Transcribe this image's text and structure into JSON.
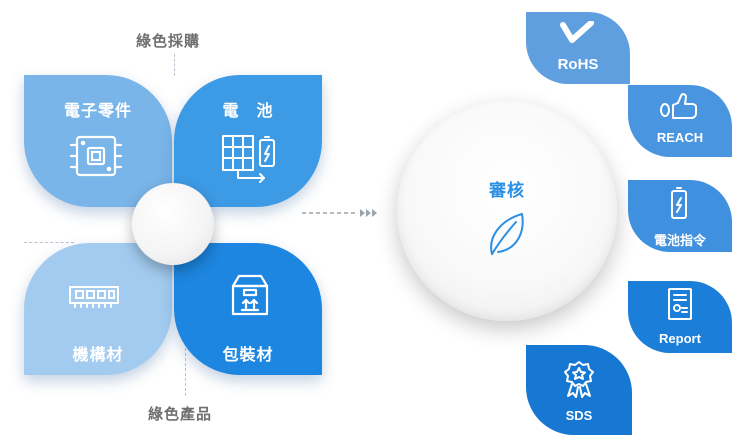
{
  "captions": {
    "top": "綠色採購",
    "bottom": "綠色產品"
  },
  "petals": {
    "top_left": {
      "label": "電子零件",
      "icon": "chip-icon"
    },
    "top_right": {
      "label": "電　池",
      "icon": "solar-battery-icon"
    },
    "bottom_left": {
      "label": "機構材",
      "icon": "memory-module-icon"
    },
    "bottom_right": {
      "label": "包裝材",
      "icon": "package-box-icon"
    }
  },
  "review": {
    "title": "審核",
    "icon": "leaf-icon"
  },
  "badges": [
    {
      "label": "RoHS",
      "icon": "check-icon"
    },
    {
      "label": "REACH",
      "icon": "thumbs-up-icon"
    },
    {
      "label": "電池指令",
      "icon": "battery-icon"
    },
    {
      "label": "Report",
      "icon": "certificate-icon"
    },
    {
      "label": "SDS",
      "icon": "award-ribbon-icon"
    }
  ],
  "colors": {
    "petal_top_left": "#79b5e8",
    "petal_top_right": "#3d9ae4",
    "petal_bottom_left": "#a3cbf0",
    "petal_bottom_right": "#1d86e0",
    "accent": "#2b8fe3"
  }
}
